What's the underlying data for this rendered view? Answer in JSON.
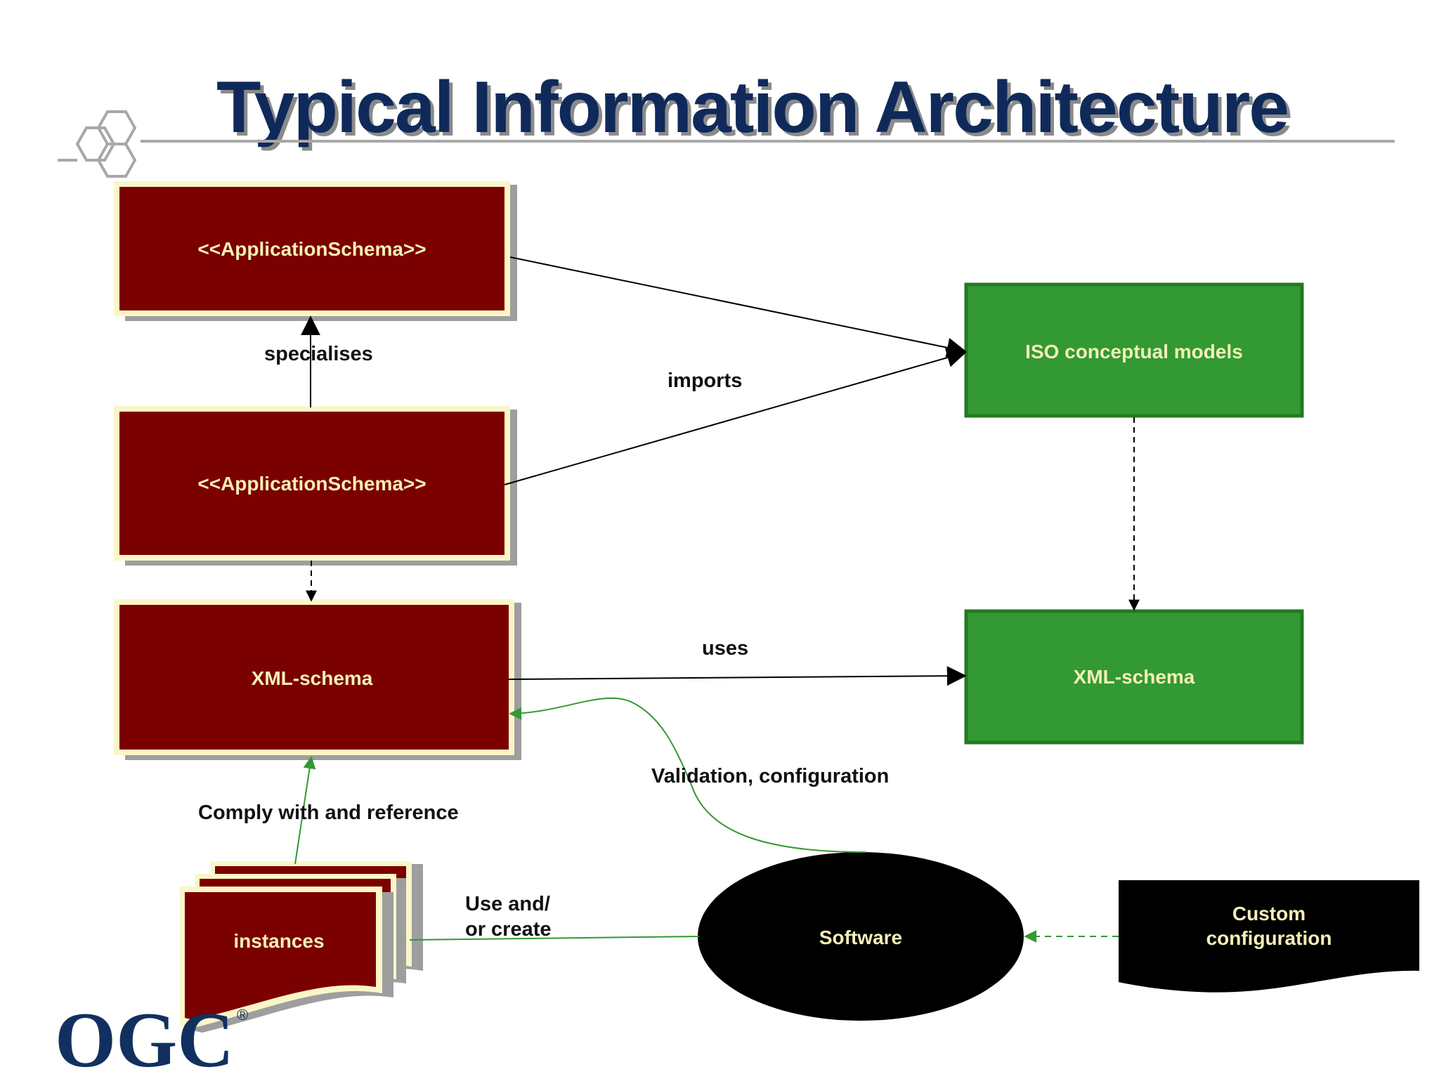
{
  "title": "Typical Information Architecture",
  "nodes": {
    "app_schema_top": "<<ApplicationSchema>>",
    "app_schema_mid": "<<ApplicationSchema>>",
    "xml_schema_left": "XML-schema",
    "iso_models": "ISO conceptual models",
    "xml_schema_right": "XML-schema",
    "instances": "instances",
    "software": "Software",
    "custom_config_line1": "Custom",
    "custom_config_line2": "configuration"
  },
  "edges": {
    "specialises": "specialises",
    "imports": "imports",
    "uses": "uses",
    "validation": "Validation, configuration",
    "comply": "Comply with and reference",
    "use_create_line1": "Use and/",
    "use_create_line2": "or create"
  },
  "logo": {
    "text": "OGC",
    "mark": "®"
  },
  "colors": {
    "title": "#0f2a5a",
    "dark_red": "#7b0000",
    "green": "#339933",
    "box_text": "#f4efb8",
    "black": "#000000"
  }
}
